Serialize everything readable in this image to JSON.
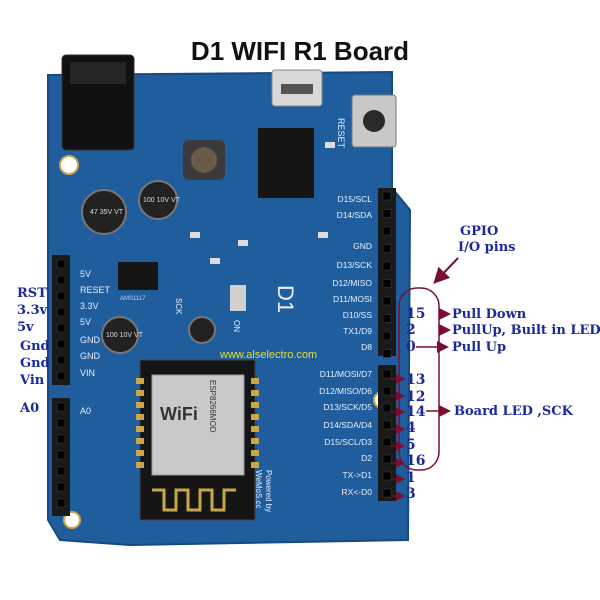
{
  "title": "D1  WIFI R1 Board",
  "board": {
    "silk_name": "D1",
    "reset_label": "RESET",
    "wifi_text": "WiFi",
    "watermark": "www.alselectro.com",
    "powered_by": "Powered by",
    "maker": "WeMoS.cc",
    "cap1": "47 35V VT",
    "cap2": "100 10V VT",
    "cap3": "100 10V VT",
    "regulator": "AMS1117",
    "esp_text": "ESP8266MOD",
    "sck_label": "SCK",
    "on_label": "ON"
  },
  "left_header": [
    {
      "pin": "5V"
    },
    {
      "pin": "RESET"
    },
    {
      "pin": "3.3V"
    },
    {
      "pin": "5V"
    },
    {
      "pin": "GND"
    },
    {
      "pin": "GND"
    },
    {
      "pin": "VIN"
    },
    {
      "pin": "A0"
    }
  ],
  "left_outside": {
    "rst": "RST",
    "v33": "3.3v",
    "v5": "5v",
    "gnd1": "Gnd",
    "gnd2": "Gnd",
    "vin": "Vin",
    "a0": "A0"
  },
  "right_header": [
    "D15/SCL",
    "D14/SDA",
    "GND",
    "D13/SCK",
    "D12/MISO",
    "D11/MOSI",
    "D10/SS",
    "TX1/D9",
    "D8",
    "D11/MOSI/D7",
    "D12/MISO/D6",
    "D13/SCK/D5",
    "D14/SDA/D4",
    "D15/SCL/D3",
    "D2",
    "TX->D1",
    "RX<-D0"
  ],
  "gpio": {
    "heading_line1": "GPIO",
    "heading_line2": "I/O pins",
    "numbers": [
      "15",
      "2",
      "0",
      "13",
      "12",
      "14",
      "4",
      "5",
      "16",
      "1",
      "3"
    ]
  },
  "notes": {
    "pull_down": "Pull Down",
    "pullup_led": "PullUp, Built in LED",
    "pull_up": "Pull Up",
    "board_led": "Board LED ,SCK"
  },
  "colors": {
    "pcb": "#1f5d9c",
    "pcb_dark": "#174a80",
    "header": "#1a1a1a",
    "label": "#1a2a9a",
    "arrow": "#7a1030"
  }
}
